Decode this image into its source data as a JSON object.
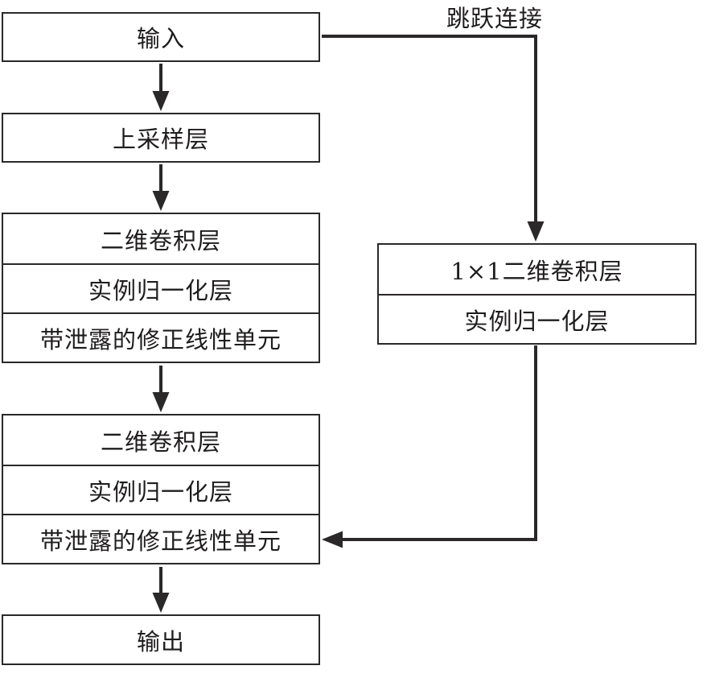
{
  "diagram": {
    "skip_label": "跳跃连接",
    "nodes": {
      "input": {
        "label": "输入"
      },
      "upsample": {
        "label": "上采样层"
      },
      "conv_block_1": {
        "rows": [
          "二维卷积层",
          "实例归一化层",
          "带泄露的修正线性单元"
        ]
      },
      "skip_block": {
        "rows": [
          "1×1二维卷积层",
          "实例归一化层"
        ]
      },
      "conv_block_2": {
        "rows": [
          "二维卷积层",
          "实例归一化层",
          "带泄露的修正线性单元"
        ]
      },
      "output": {
        "label": "输出"
      }
    },
    "colors": {
      "line": "#2b2829",
      "background": "#ffffff",
      "text": "#1f1c1d"
    }
  }
}
